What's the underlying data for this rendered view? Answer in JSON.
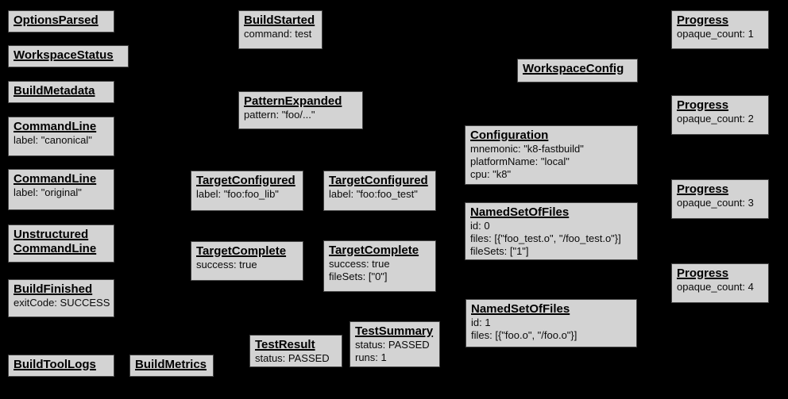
{
  "colors": {
    "background": "#000000",
    "node_fill": "#d3d3d3",
    "node_border": "#454545",
    "node_text": "#000000"
  },
  "nodes": [
    {
      "title": "OptionsParsed",
      "lines": []
    },
    {
      "title": "WorkspaceStatus",
      "lines": []
    },
    {
      "title": "BuildMetadata",
      "lines": []
    },
    {
      "title": "CommandLine",
      "lines": [
        "label: \"canonical\""
      ]
    },
    {
      "title": "CommandLine",
      "lines": [
        "label: \"original\""
      ]
    },
    {
      "title": "Unstructured\nCommandLine",
      "lines": []
    },
    {
      "title": "BuildFinished",
      "lines": [
        "exitCode: SUCCESS"
      ]
    },
    {
      "title": "BuildToolLogs",
      "lines": []
    },
    {
      "title": "BuildMetrics",
      "lines": []
    },
    {
      "title": "BuildStarted",
      "lines": [
        "command: test"
      ]
    },
    {
      "title": "PatternExpanded",
      "lines": [
        "pattern: \"foo/...\""
      ]
    },
    {
      "title": "TargetConfigured",
      "lines": [
        "label: \"foo:foo_lib\""
      ]
    },
    {
      "title": "TargetConfigured",
      "lines": [
        "label: \"foo:foo_test\""
      ]
    },
    {
      "title": "TargetComplete",
      "lines": [
        "success: true"
      ]
    },
    {
      "title": "TargetComplete",
      "lines": [
        "success: true",
        "fileSets: [\"0\"]"
      ]
    },
    {
      "title": "TestResult",
      "lines": [
        "status: PASSED"
      ]
    },
    {
      "title": "TestSummary",
      "lines": [
        "status: PASSED",
        "runs: 1"
      ]
    },
    {
      "title": "WorkspaceConfig",
      "lines": []
    },
    {
      "title": "Configuration",
      "lines": [
        "mnemonic: \"k8-fastbuild\"",
        "platformName: \"local\"",
        "cpu: \"k8\""
      ]
    },
    {
      "title": "NamedSetOfFiles",
      "lines": [
        "id: 0",
        "files: [{\"foo_test.o\", \"/foo_test.o\"}]",
        "fileSets: [\"1\"]"
      ]
    },
    {
      "title": "NamedSetOfFiles",
      "lines": [
        "id: 1",
        "files: [{\"foo.o\", \"/foo.o\"}]"
      ]
    },
    {
      "title": "Progress",
      "lines": [
        "opaque_count: 1"
      ]
    },
    {
      "title": "Progress",
      "lines": [
        "opaque_count: 2"
      ]
    },
    {
      "title": "Progress",
      "lines": [
        "opaque_count: 3"
      ]
    },
    {
      "title": "Progress",
      "lines": [
        "opaque_count: 4"
      ]
    }
  ]
}
